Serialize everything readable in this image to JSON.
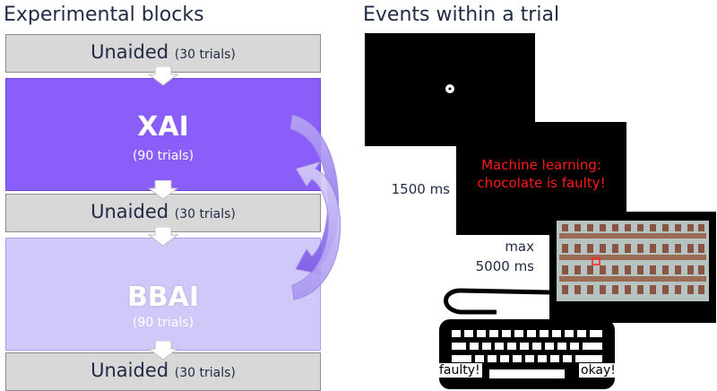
{
  "titles": {
    "blocks": "Experimental blocks",
    "events": "Events within a trial"
  },
  "blocks": [
    {
      "name": "Unaided",
      "trials": "(30 trials)"
    },
    {
      "name": "XAI",
      "trials": "(90 trials)"
    },
    {
      "name": "Unaided",
      "trials": "(30 trials)"
    },
    {
      "name": "BBAI",
      "trials": "(90 trials)"
    },
    {
      "name": "Unaided",
      "trials": "(30 trials)"
    }
  ],
  "colors": {
    "xai": "#8a5ef8",
    "bbai": "#cfc9fa",
    "unaided": "#d8d8d8",
    "advice_text": "#ff1a1a"
  },
  "events": {
    "fixation_duration": "1500 ms",
    "advice_line1": "Machine learning:",
    "advice_line2": "chocolate is faulty!",
    "max_label": "max",
    "max_duration": "5000 ms",
    "key_faulty": "faulty!",
    "key_okay": "okay!"
  }
}
